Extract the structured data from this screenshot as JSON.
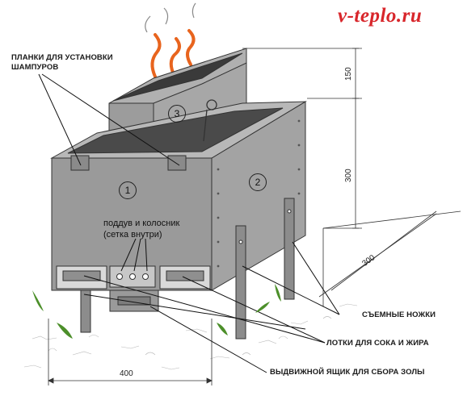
{
  "watermark": "v-teplo.ru",
  "labels": {
    "skewer_slats_line1": "ПЛАНКИ ДЛЯ УСТАНОВКИ",
    "skewer_slats_line2": "ШАМПУРОВ",
    "blower_line1": "поддув и колосник",
    "blower_line2": "(сетка внутри)",
    "removable_legs": "СЪЕМНЫЕ НОЖКИ",
    "juice_trays": "ЛОТКИ ДЛЯ СОКА И ЖИРА",
    "ash_drawer": "ВЫДВИЖНОЙ ЯЩИК ДЛЯ СБОРА ЗОЛЫ"
  },
  "callouts": {
    "c1": "1",
    "c2": "2",
    "c3": "3"
  },
  "dimensions": {
    "top_height": "150",
    "body_height": "300",
    "depth": "300",
    "width": "400"
  },
  "colors": {
    "metal": "#9a9a9a",
    "metal_dark": "#6f6f6f",
    "metal_light": "#b8b8b8",
    "flame": "#e8641e",
    "watermark": "#d8262b",
    "grass": "#4c8f2a"
  }
}
